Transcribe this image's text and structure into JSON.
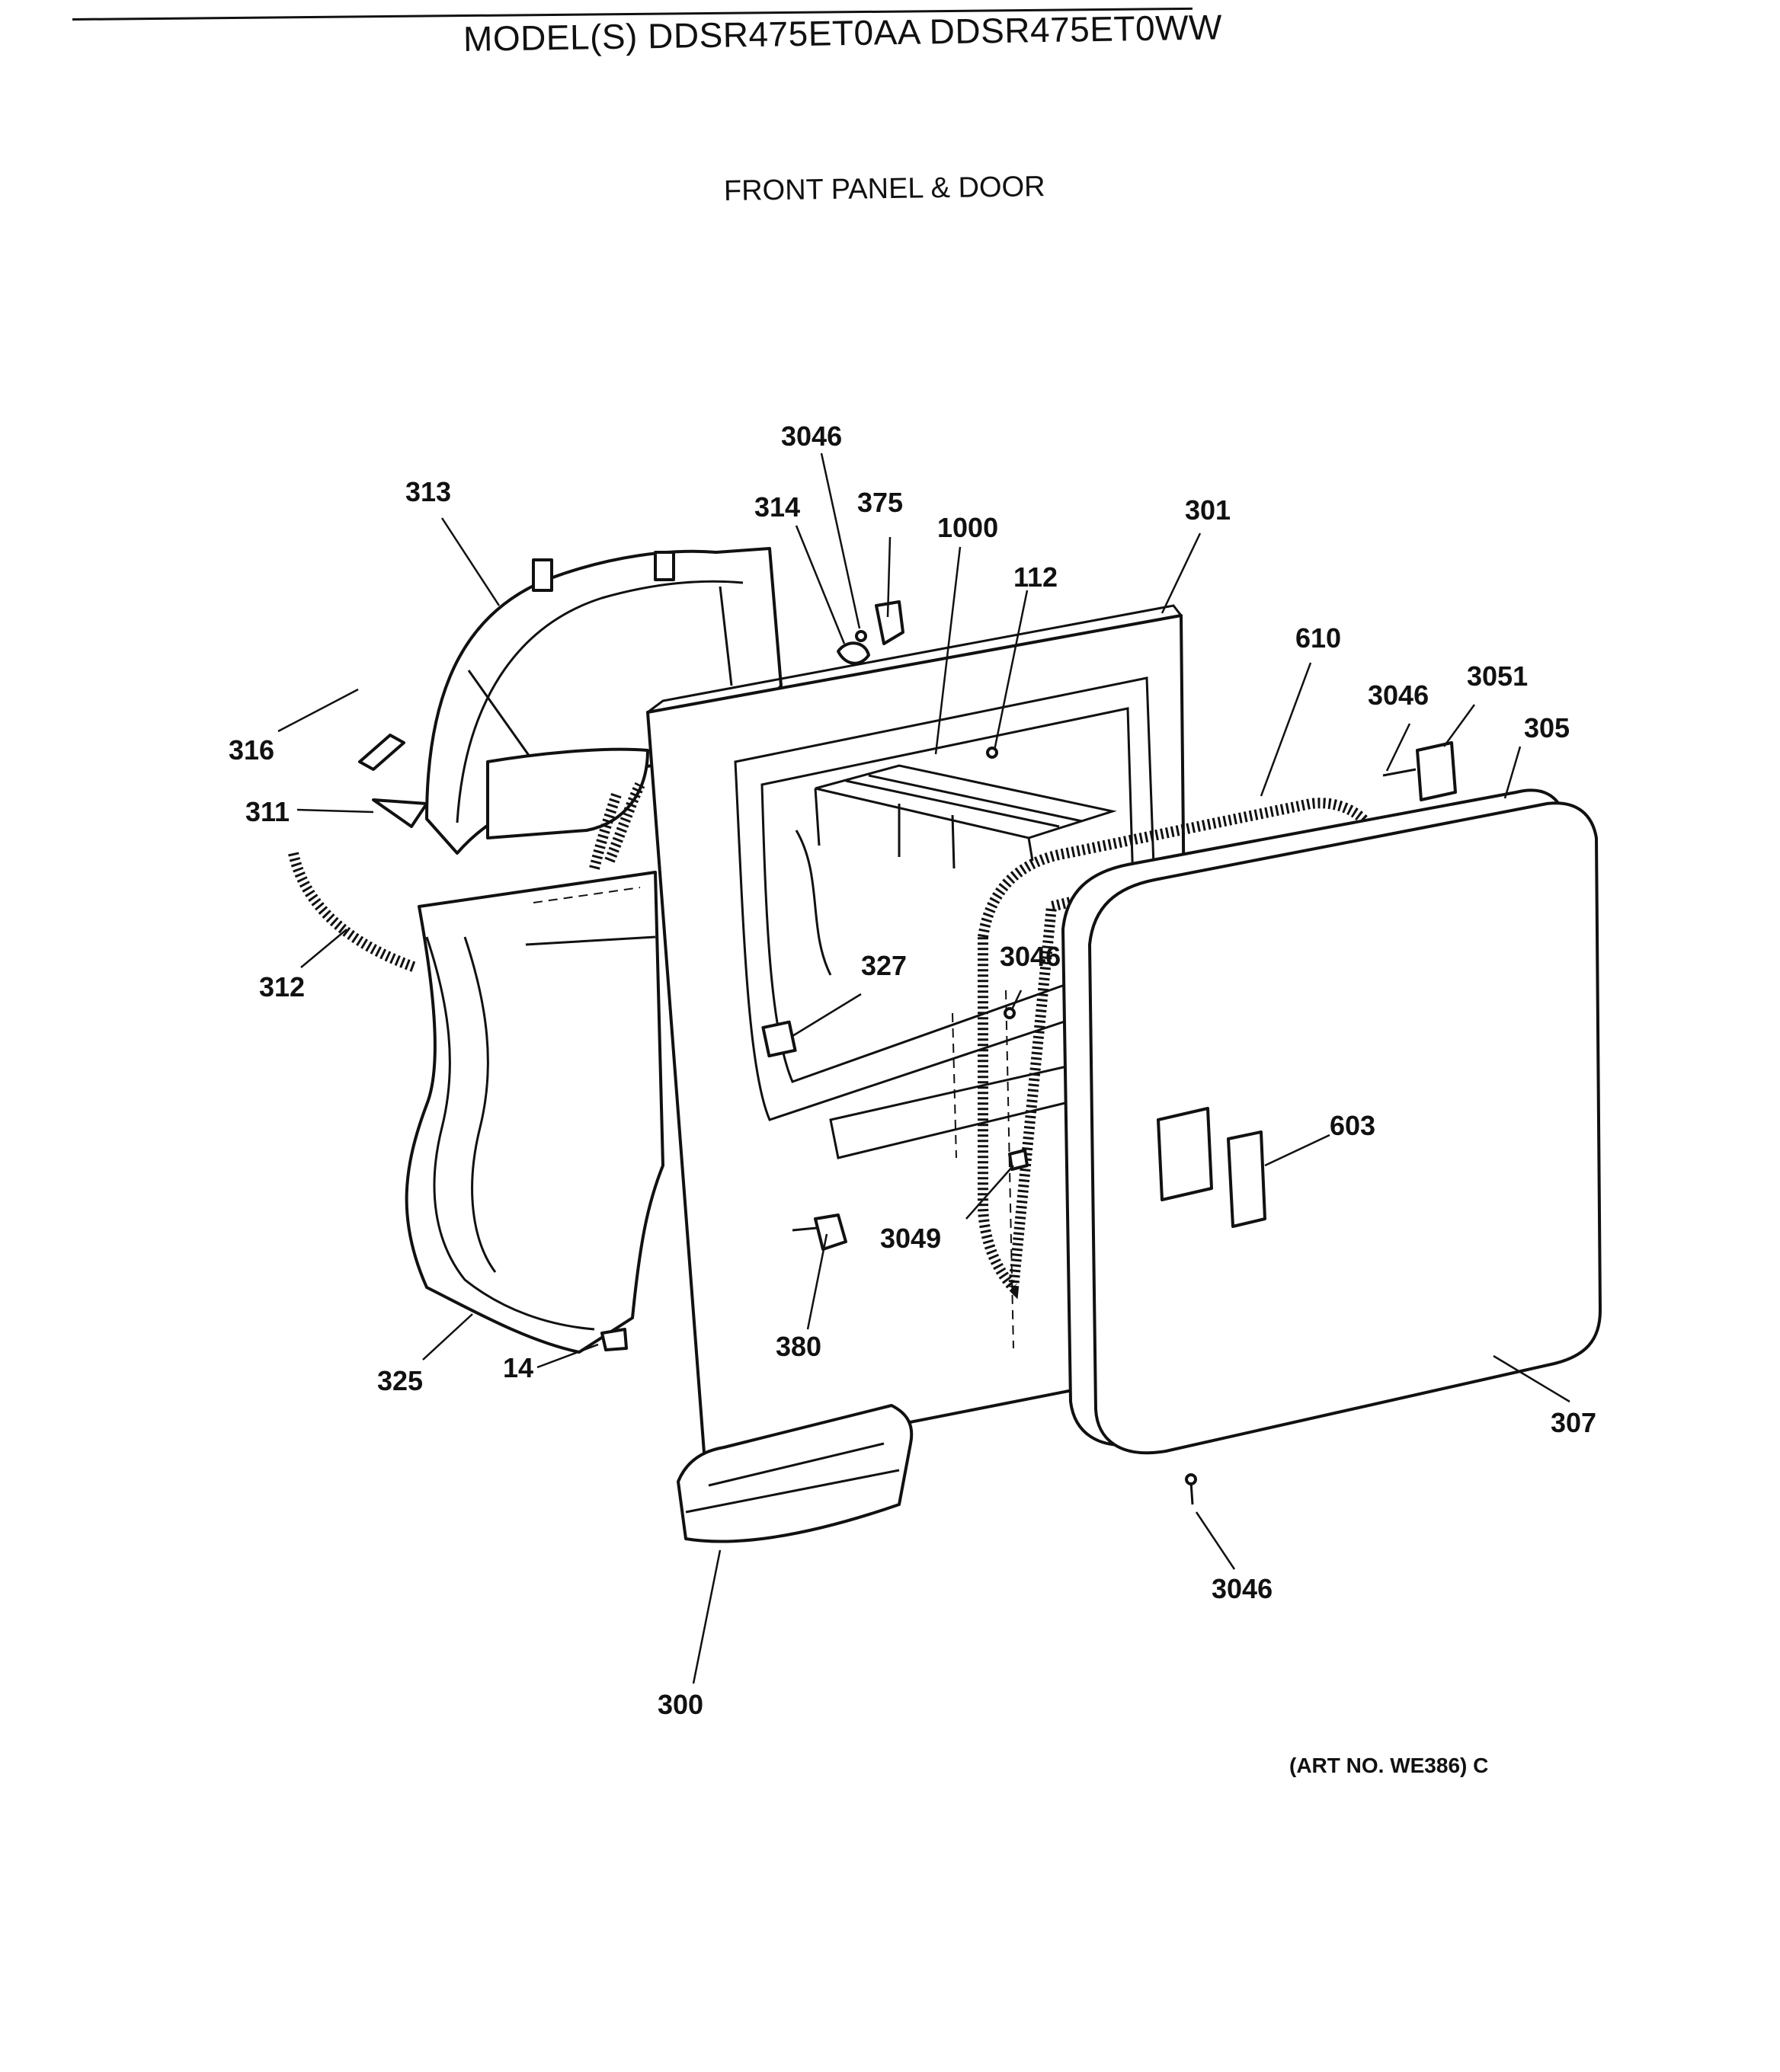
{
  "header": {
    "model_title": "MODEL(S) DDSR475ET0AA  DDSR475ET0WW",
    "section_title": "FRONT PANEL & DOOR"
  },
  "footer": {
    "art_number": "(ART NO. WE386) C"
  },
  "callouts": [
    {
      "id": "c-3046-top",
      "label": "3046"
    },
    {
      "id": "c-313",
      "label": "313"
    },
    {
      "id": "c-314",
      "label": "314"
    },
    {
      "id": "c-375",
      "label": "375"
    },
    {
      "id": "c-1000",
      "label": "1000"
    },
    {
      "id": "c-301",
      "label": "301"
    },
    {
      "id": "c-112",
      "label": "112"
    },
    {
      "id": "c-610",
      "label": "610"
    },
    {
      "id": "c-3046-right",
      "label": "3046"
    },
    {
      "id": "c-3051",
      "label": "3051"
    },
    {
      "id": "c-305",
      "label": "305"
    },
    {
      "id": "c-316",
      "label": "316"
    },
    {
      "id": "c-311",
      "label": "311"
    },
    {
      "id": "c-312",
      "label": "312"
    },
    {
      "id": "c-327",
      "label": "327"
    },
    {
      "id": "c-3046-mid",
      "label": "3046"
    },
    {
      "id": "c-603",
      "label": "603"
    },
    {
      "id": "c-3049",
      "label": "3049"
    },
    {
      "id": "c-380",
      "label": "380"
    },
    {
      "id": "c-325",
      "label": "325"
    },
    {
      "id": "c-14",
      "label": "14"
    },
    {
      "id": "c-307",
      "label": "307"
    },
    {
      "id": "c-3046-bottom",
      "label": "3046"
    },
    {
      "id": "c-300",
      "label": "300"
    }
  ]
}
